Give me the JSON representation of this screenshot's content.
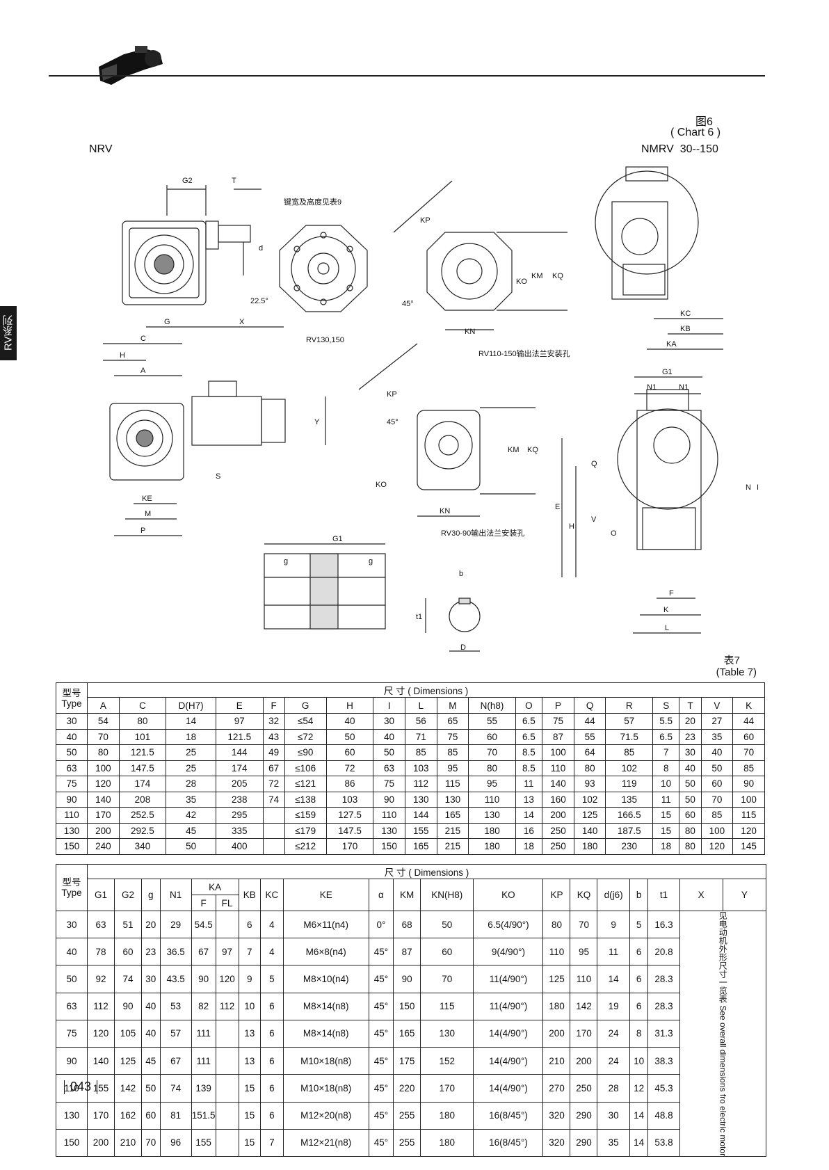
{
  "header": {
    "chart_cn": "图6",
    "chart_en": "( Chart 6 )",
    "left_label": "NRV",
    "right_label": "NMRV  30--150",
    "side_tab": "RV系列"
  },
  "drawing_labels": {
    "key_note": "键宽及高度见表9",
    "rv130": "RV130,150",
    "rv110": "RV110-150输出法兰安装孔",
    "rv30": "RV30-90输出法兰安装孔",
    "angle_22": "22.5°",
    "angle_45": "45°",
    "dims": {
      "G2": "G2",
      "T": "T",
      "d": "d",
      "G": "G",
      "X": "X",
      "C": "C",
      "H": "H",
      "A": "A",
      "Y": "Y",
      "S": "S",
      "KE": "KE",
      "M": "M",
      "P": "P",
      "KP": "KP",
      "KM": "KM",
      "KQ": "KQ",
      "KO": "KO",
      "KN": "KN",
      "KC": "KC",
      "KB": "KB",
      "KA": "KA",
      "G1": "G1",
      "N1": "N1",
      "E": "E",
      "Hv": "H",
      "V": "V",
      "O": "O",
      "Q": "Q",
      "N": "N",
      "I": "I",
      "F": "F",
      "K": "K",
      "L": "L",
      "g": "g",
      "b": "b",
      "t1": "t1",
      "D": "D"
    }
  },
  "table7": {
    "title_cn": "表7",
    "title_en": "(Table 7)",
    "type_cn": "型号",
    "type_en": "Type",
    "dims_header": "尺      寸 ( Dimensions )",
    "columns": [
      "A",
      "C",
      "D(H7)",
      "E",
      "F",
      "G",
      "H",
      "I",
      "L",
      "M",
      "N(h8)",
      "O",
      "P",
      "Q",
      "R",
      "S",
      "T",
      "V",
      "K"
    ],
    "rows": [
      [
        "30",
        "54",
        "80",
        "14",
        "97",
        "32",
        "≤54",
        "40",
        "30",
        "56",
        "65",
        "55",
        "6.5",
        "75",
        "44",
        "57",
        "5.5",
        "20",
        "27",
        "44"
      ],
      [
        "40",
        "70",
        "101",
        "18",
        "121.5",
        "43",
        "≤72",
        "50",
        "40",
        "71",
        "75",
        "60",
        "6.5",
        "87",
        "55",
        "71.5",
        "6.5",
        "23",
        "35",
        "60"
      ],
      [
        "50",
        "80",
        "121.5",
        "25",
        "144",
        "49",
        "≤90",
        "60",
        "50",
        "85",
        "85",
        "70",
        "8.5",
        "100",
        "64",
        "85",
        "7",
        "30",
        "40",
        "70"
      ],
      [
        "63",
        "100",
        "147.5",
        "25",
        "174",
        "67",
        "≤106",
        "72",
        "63",
        "103",
        "95",
        "80",
        "8.5",
        "110",
        "80",
        "102",
        "8",
        "40",
        "50",
        "85"
      ],
      [
        "75",
        "120",
        "174",
        "28",
        "205",
        "72",
        "≤121",
        "86",
        "75",
        "112",
        "115",
        "95",
        "11",
        "140",
        "93",
        "119",
        "10",
        "50",
        "60",
        "90"
      ],
      [
        "90",
        "140",
        "208",
        "35",
        "238",
        "74",
        "≤138",
        "103",
        "90",
        "130",
        "130",
        "110",
        "13",
        "160",
        "102",
        "135",
        "11",
        "50",
        "70",
        "100"
      ],
      [
        "110",
        "170",
        "252.5",
        "42",
        "295",
        "",
        "≤159",
        "127.5",
        "110",
        "144",
        "165",
        "130",
        "14",
        "200",
        "125",
        "166.5",
        "15",
        "60",
        "85",
        "115"
      ],
      [
        "130",
        "200",
        "292.5",
        "45",
        "335",
        "",
        "≤179",
        "147.5",
        "130",
        "155",
        "215",
        "180",
        "16",
        "250",
        "140",
        "187.5",
        "15",
        "80",
        "100",
        "120"
      ],
      [
        "150",
        "240",
        "340",
        "50",
        "400",
        "",
        "≤212",
        "170",
        "150",
        "165",
        "215",
        "180",
        "18",
        "250",
        "180",
        "230",
        "18",
        "80",
        "120",
        "145"
      ]
    ]
  },
  "table8": {
    "type_cn": "型号",
    "type_en": "Type",
    "dims_header": "尺      寸 ( Dimensions )",
    "columns_a": [
      "G1",
      "G2",
      "g",
      "N1"
    ],
    "ka_label": "KA",
    "ka_sub": [
      "F",
      "FL"
    ],
    "columns_b": [
      "KB",
      "KC",
      "KE",
      "α",
      "KM",
      "KN(H8)",
      "KO",
      "KP",
      "KQ",
      "d(j6)",
      "b",
      "t1",
      "X",
      "Y"
    ],
    "rows": [
      [
        "30",
        "63",
        "51",
        "20",
        "29",
        "54.5",
        "",
        "6",
        "4",
        "M6×11(n4)",
        "0°",
        "68",
        "50",
        "6.5(4/90°)",
        "80",
        "70",
        "9",
        "5",
        "16.3"
      ],
      [
        "40",
        "78",
        "60",
        "23",
        "36.5",
        "67",
        "97",
        "7",
        "4",
        "M6×8(n4)",
        "45°",
        "87",
        "60",
        "9(4/90°)",
        "110",
        "95",
        "11",
        "6",
        "20.8"
      ],
      [
        "50",
        "92",
        "74",
        "30",
        "43.5",
        "90",
        "120",
        "9",
        "5",
        "M8×10(n4)",
        "45°",
        "90",
        "70",
        "11(4/90°)",
        "125",
        "110",
        "14",
        "6",
        "28.3"
      ],
      [
        "63",
        "112",
        "90",
        "40",
        "53",
        "82",
        "112",
        "10",
        "6",
        "M8×14(n8)",
        "45°",
        "150",
        "115",
        "11(4/90°)",
        "180",
        "142",
        "19",
        "6",
        "28.3"
      ],
      [
        "75",
        "120",
        "105",
        "40",
        "57",
        "111",
        "",
        "13",
        "6",
        "M8×14(n8)",
        "45°",
        "165",
        "130",
        "14(4/90°)",
        "200",
        "170",
        "24",
        "8",
        "31.3"
      ],
      [
        "90",
        "140",
        "125",
        "45",
        "67",
        "111",
        "",
        "13",
        "6",
        "M10×18(n8)",
        "45°",
        "175",
        "152",
        "14(4/90°)",
        "210",
        "200",
        "24",
        "10",
        "38.3"
      ],
      [
        "110",
        "155",
        "142",
        "50",
        "74",
        "139",
        "",
        "15",
        "6",
        "M10×18(n8)",
        "45°",
        "220",
        "170",
        "14(4/90°)",
        "270",
        "250",
        "28",
        "12",
        "45.3"
      ],
      [
        "130",
        "170",
        "162",
        "60",
        "81",
        "151.5",
        "",
        "15",
        "6",
        "M12×20(n8)",
        "45°",
        "255",
        "180",
        "16(8/45°)",
        "320",
        "290",
        "30",
        "14",
        "48.8"
      ],
      [
        "150",
        "200",
        "210",
        "70",
        "96",
        "155",
        "",
        "15",
        "7",
        "M12×21(n8)",
        "45°",
        "255",
        "180",
        "16(8/45°)",
        "320",
        "290",
        "35",
        "14",
        "53.8"
      ]
    ],
    "xy_note": "见电动机外形尺寸一览表 See overall dimensions fro electric motor"
  },
  "footer": {
    "page_number": "043"
  }
}
